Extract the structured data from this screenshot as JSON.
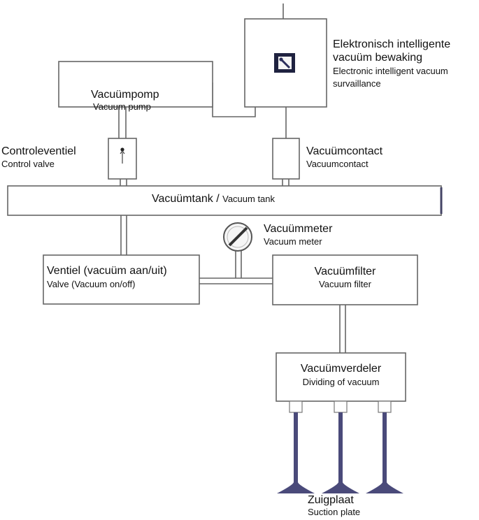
{
  "diagram": {
    "monitor": {
      "title_nl_line1": "Elektronisch intelligente",
      "title_nl_line2": "vacuüm bewaking",
      "title_en_line1": "Electronic intelligent vacuum",
      "title_en_line2": "survaillance"
    },
    "pump": {
      "title_nl": "Vacuümpomp",
      "title_en": "Vacuum pump"
    },
    "control_valve": {
      "title_nl": "Controleventiel",
      "title_en": "Control valve"
    },
    "vacuum_contact": {
      "title_nl": "Vacuümcontact",
      "title_en": "Vacuumcontact"
    },
    "tank": {
      "title_nl": "Vacuümtank",
      "separator": "/",
      "title_en": "Vacuum tank"
    },
    "meter": {
      "title_nl": "Vacuümmeter",
      "title_en": "Vacuum meter"
    },
    "valve": {
      "title_nl": "Ventiel (vacuüm aan/uit)",
      "title_en": "Valve (Vacuum on/off)"
    },
    "filter": {
      "title_nl": "Vacuümfilter",
      "title_en": "Vacuum filter"
    },
    "distributor": {
      "title_nl": "Vacuümverdeler",
      "title_en": "Dividing of vacuum"
    },
    "suction_plate": {
      "title_nl": "Zuigplaat",
      "title_en": "Suction plate"
    },
    "colors": {
      "line": "#666666",
      "box_fill": "#ffffff",
      "plate": "#4a4a7a",
      "tank_edge": "#444466"
    }
  }
}
